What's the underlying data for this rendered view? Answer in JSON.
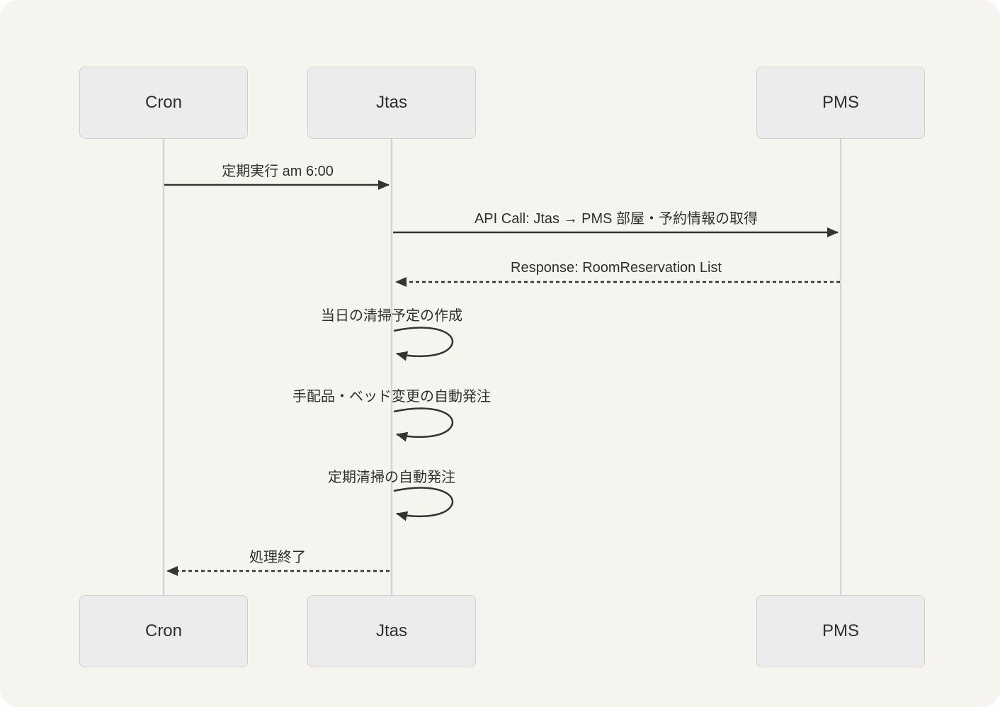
{
  "diagram": {
    "type": "sequence-diagram",
    "actors": [
      {
        "id": "cron",
        "label": "Cron"
      },
      {
        "id": "jtas",
        "label": "Jtas"
      },
      {
        "id": "pms",
        "label": "PMS"
      }
    ],
    "messages": [
      {
        "from": "Cron",
        "to": "Jtas",
        "style": "solid",
        "label": "定期実行 am 6:00"
      },
      {
        "from": "Jtas",
        "to": "PMS",
        "style": "solid",
        "label": "API Call: Jtas → PMS 部屋・予約情報の取得"
      },
      {
        "from": "PMS",
        "to": "Jtas",
        "style": "dashed",
        "label": "Response: RoomReservation List"
      },
      {
        "from": "Jtas",
        "to": "Jtas",
        "style": "self",
        "label": "当日の清掃予定の作成"
      },
      {
        "from": "Jtas",
        "to": "Jtas",
        "style": "self",
        "label": "手配品・ベッド変更の自動発注"
      },
      {
        "from": "Jtas",
        "to": "Jtas",
        "style": "self",
        "label": "定期清掃の自動発注"
      },
      {
        "from": "Jtas",
        "to": "Cron",
        "style": "dashed",
        "label": "処理終了"
      }
    ],
    "colors": {
      "canvas_bg": "#f6f4ee",
      "actor_fill": "#ececec",
      "actor_border": "#d2d0cc",
      "lifeline": "#d6d4d0",
      "arrow": "#343434",
      "text": "#303030"
    }
  }
}
